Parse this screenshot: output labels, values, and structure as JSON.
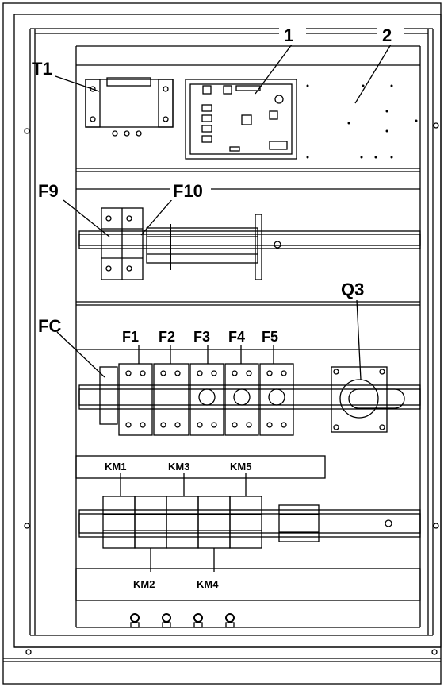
{
  "diagram": {
    "labels": {
      "main_board": "1",
      "aux_board": "2",
      "transformer": "T1",
      "fuse_f9": "F9",
      "fuse_f10": "F10",
      "fc": "FC",
      "switch_q3": "Q3",
      "fuse_f1": "F1",
      "fuse_f2": "F2",
      "fuse_f3": "F3",
      "fuse_f4": "F4",
      "fuse_f5": "F5",
      "contactor_km1": "KM1",
      "contactor_km2": "KM2",
      "contactor_km3": "KM3",
      "contactor_km4": "KM4",
      "contactor_km5": "KM5"
    }
  }
}
